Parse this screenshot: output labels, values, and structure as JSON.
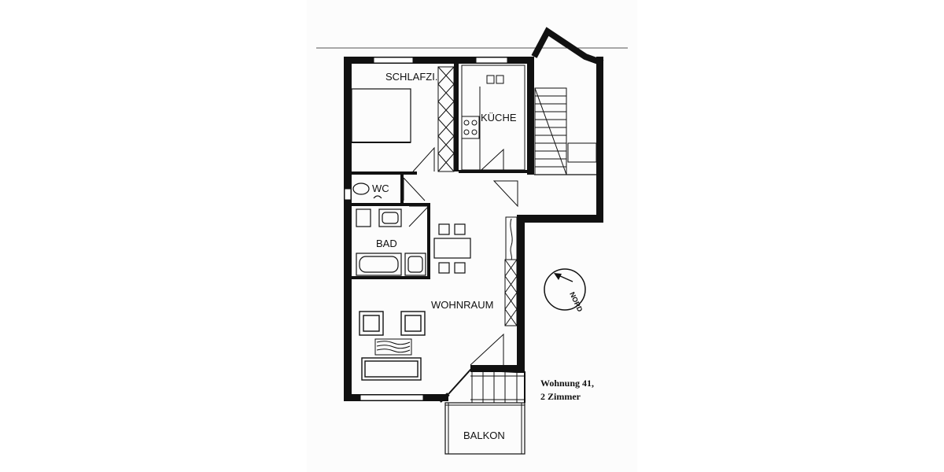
{
  "plan": {
    "rooms": {
      "schlafzimmer": "SCHLAFZI.",
      "kueche": "KÜCHE",
      "wc": "WC",
      "bad": "BAD",
      "wohnraum": "WOHNRAUM",
      "balkon": "BALKON"
    },
    "compass": "NORD",
    "caption": {
      "line1": "Wohnung 41,",
      "line2": "2 Zimmer"
    }
  },
  "colors": {
    "wall": "#111111",
    "line": "#222222",
    "paper": "#fcfcfc"
  }
}
